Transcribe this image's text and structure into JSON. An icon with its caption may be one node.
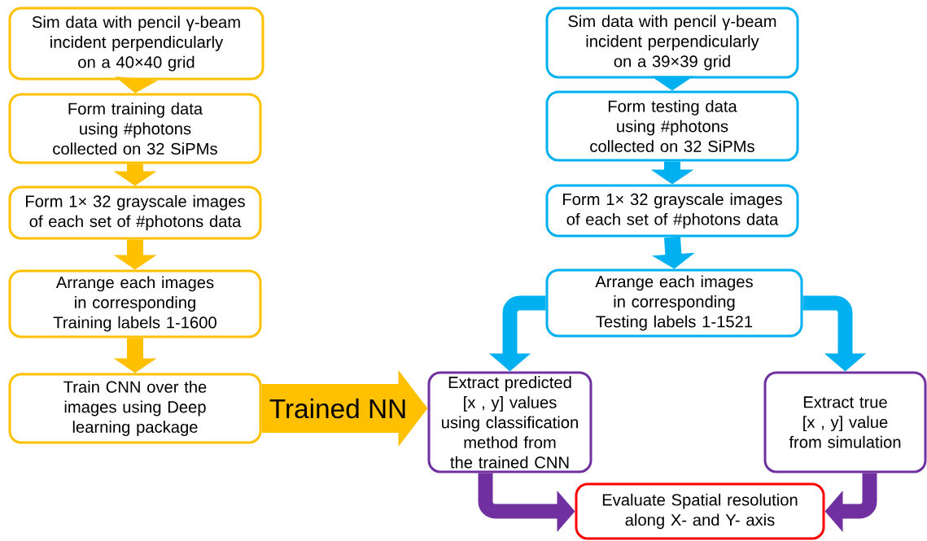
{
  "diagram": {
    "nodes": [
      {
        "text": [
          "Sim data with pencil γ-beam incident perpendicularly on a 40×40 grid"
        ]
      },
      {
        "text": [
          "Form training data using #photons collected on 32 SiPMs"
        ]
      },
      {
        "text": [
          "Form 1× 32 grayscale images of each set of #photons data"
        ]
      },
      {
        "text": [
          "Arrange each images in corresponding Training labels 1-1600"
        ]
      },
      {
        "text": [
          "Train CNN over the images using Deep learning package"
        ]
      },
      {
        "text": [
          "Sim data with pencil γ-beam incident perpendicularly on a 39×39 grid"
        ]
      },
      {
        "text": [
          "Form testing data using #photons collected on 32 SiPMs"
        ]
      },
      {
        "text": [
          "Form 1× 32 grayscale images of each set of #photons data"
        ]
      },
      {
        "text": [
          "Arrange each images in corresponding Testing labels 1-1521"
        ]
      },
      {
        "text": [
          "Extract predicted [x , y] values using classification method from the trained CNN"
        ]
      },
      {
        "text": [
          "Extract true [x , y] value from simulation"
        ]
      },
      {
        "text": [
          "Evaluate Spatial resolution along X- and Y- axis"
        ]
      }
    ],
    "edges": [
      {
        "from": 0,
        "to": 1,
        "arrow": "to",
        "color": "#ffc000"
      },
      {
        "from": 1,
        "to": 2,
        "arrow": "to",
        "color": "#ffc000"
      },
      {
        "from": 2,
        "to": 3,
        "arrow": "to",
        "color": "#ffc000"
      },
      {
        "from": 3,
        "to": 4,
        "arrow": "to",
        "color": "#ffc000"
      },
      {
        "from": 5,
        "to": 6,
        "arrow": "to",
        "color": "#00b0f0"
      },
      {
        "from": 6,
        "to": 7,
        "arrow": "to",
        "color": "#00b0f0"
      },
      {
        "from": 7,
        "to": 8,
        "arrow": "to",
        "color": "#00b0f0"
      },
      {
        "from": 8,
        "to": 9,
        "arrow": "to",
        "color": "#00b0f0"
      },
      {
        "from": 8,
        "to": 10,
        "arrow": "to",
        "color": "#00b0f0"
      },
      {
        "from": 4,
        "to": 9,
        "arrow": "to",
        "label": "Trained NN",
        "style": "thick",
        "color": "#ffc000"
      },
      {
        "from": 9,
        "to": 11,
        "arrow": "to",
        "color": "#7030a0"
      },
      {
        "from": 10,
        "to": 11,
        "arrow": "to",
        "color": "#7030a0"
      }
    ]
  }
}
